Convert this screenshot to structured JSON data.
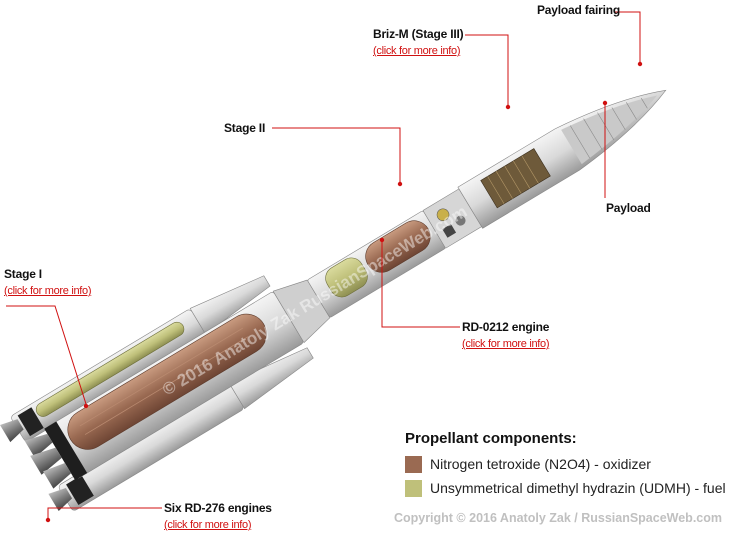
{
  "labels": {
    "payload_fairing": "Payload fairing",
    "briz_m": "Briz-M (Stage III)",
    "briz_m_link": "(click for more info)",
    "stage_ii": "Stage II",
    "payload": "Payload",
    "stage_i": "Stage I",
    "stage_i_link": "(click for more info)",
    "rd0212": "RD-0212 engine",
    "rd0212_link": "(click for more info)",
    "rd276": "Six RD-276 engines",
    "rd276_link": "(click for more info)"
  },
  "legend": {
    "title": "Propellant components:",
    "items": [
      {
        "label": "Nitrogen tetroxide (N2O4) - oxidizer",
        "color": "#9a6a52"
      },
      {
        "label": "Unsymmetrical dimethyl hydrazin (UDMH) - fuel",
        "color": "#bfc07a"
      }
    ]
  },
  "watermark": "© 2016 Anatoly Zak RussianSpaceWeb.com",
  "copyright": "Copyright © 2016 Anatoly Zak / RussianSpaceWeb.com",
  "colors": {
    "leader_line": "#d01010",
    "oxidizer": "#9a6a52",
    "fuel": "#bfc07a",
    "hull": "#e3e3e3"
  }
}
